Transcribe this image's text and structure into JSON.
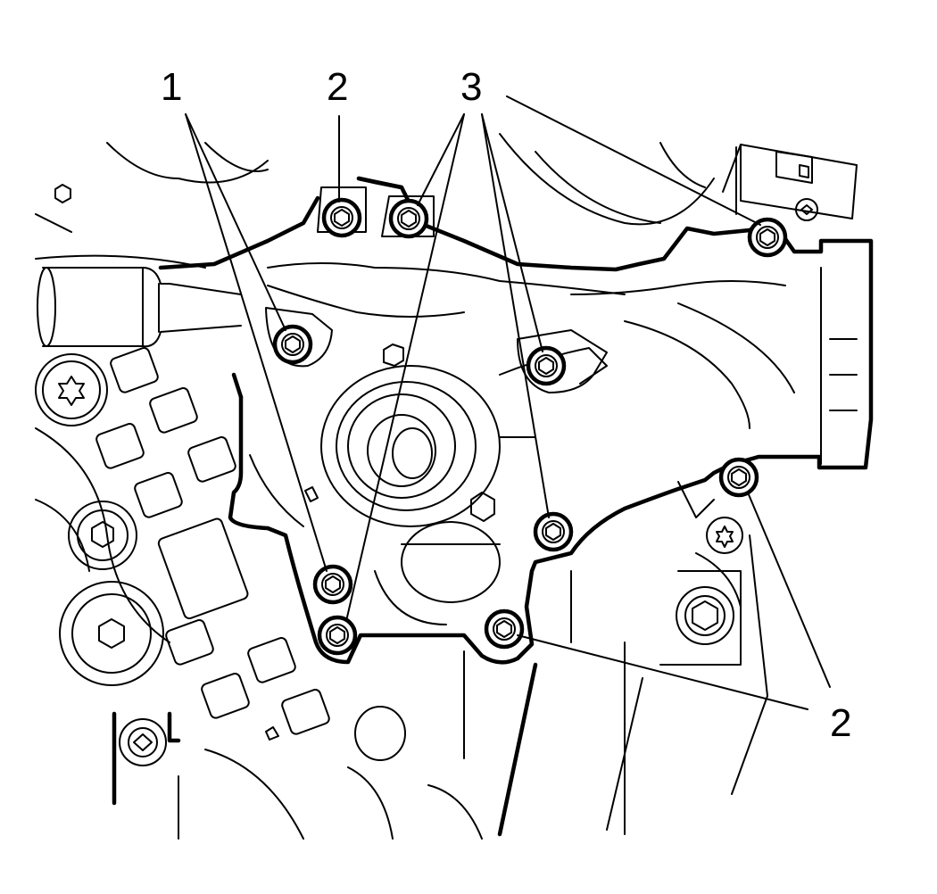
{
  "diagram": {
    "callouts": [
      {
        "id": "c1",
        "label": "1"
      },
      {
        "id": "c2a",
        "label": "2"
      },
      {
        "id": "c3",
        "label": "3"
      },
      {
        "id": "c2b",
        "label": "2"
      }
    ],
    "colors": {
      "ink": "#000000",
      "paper": "#ffffff"
    }
  }
}
